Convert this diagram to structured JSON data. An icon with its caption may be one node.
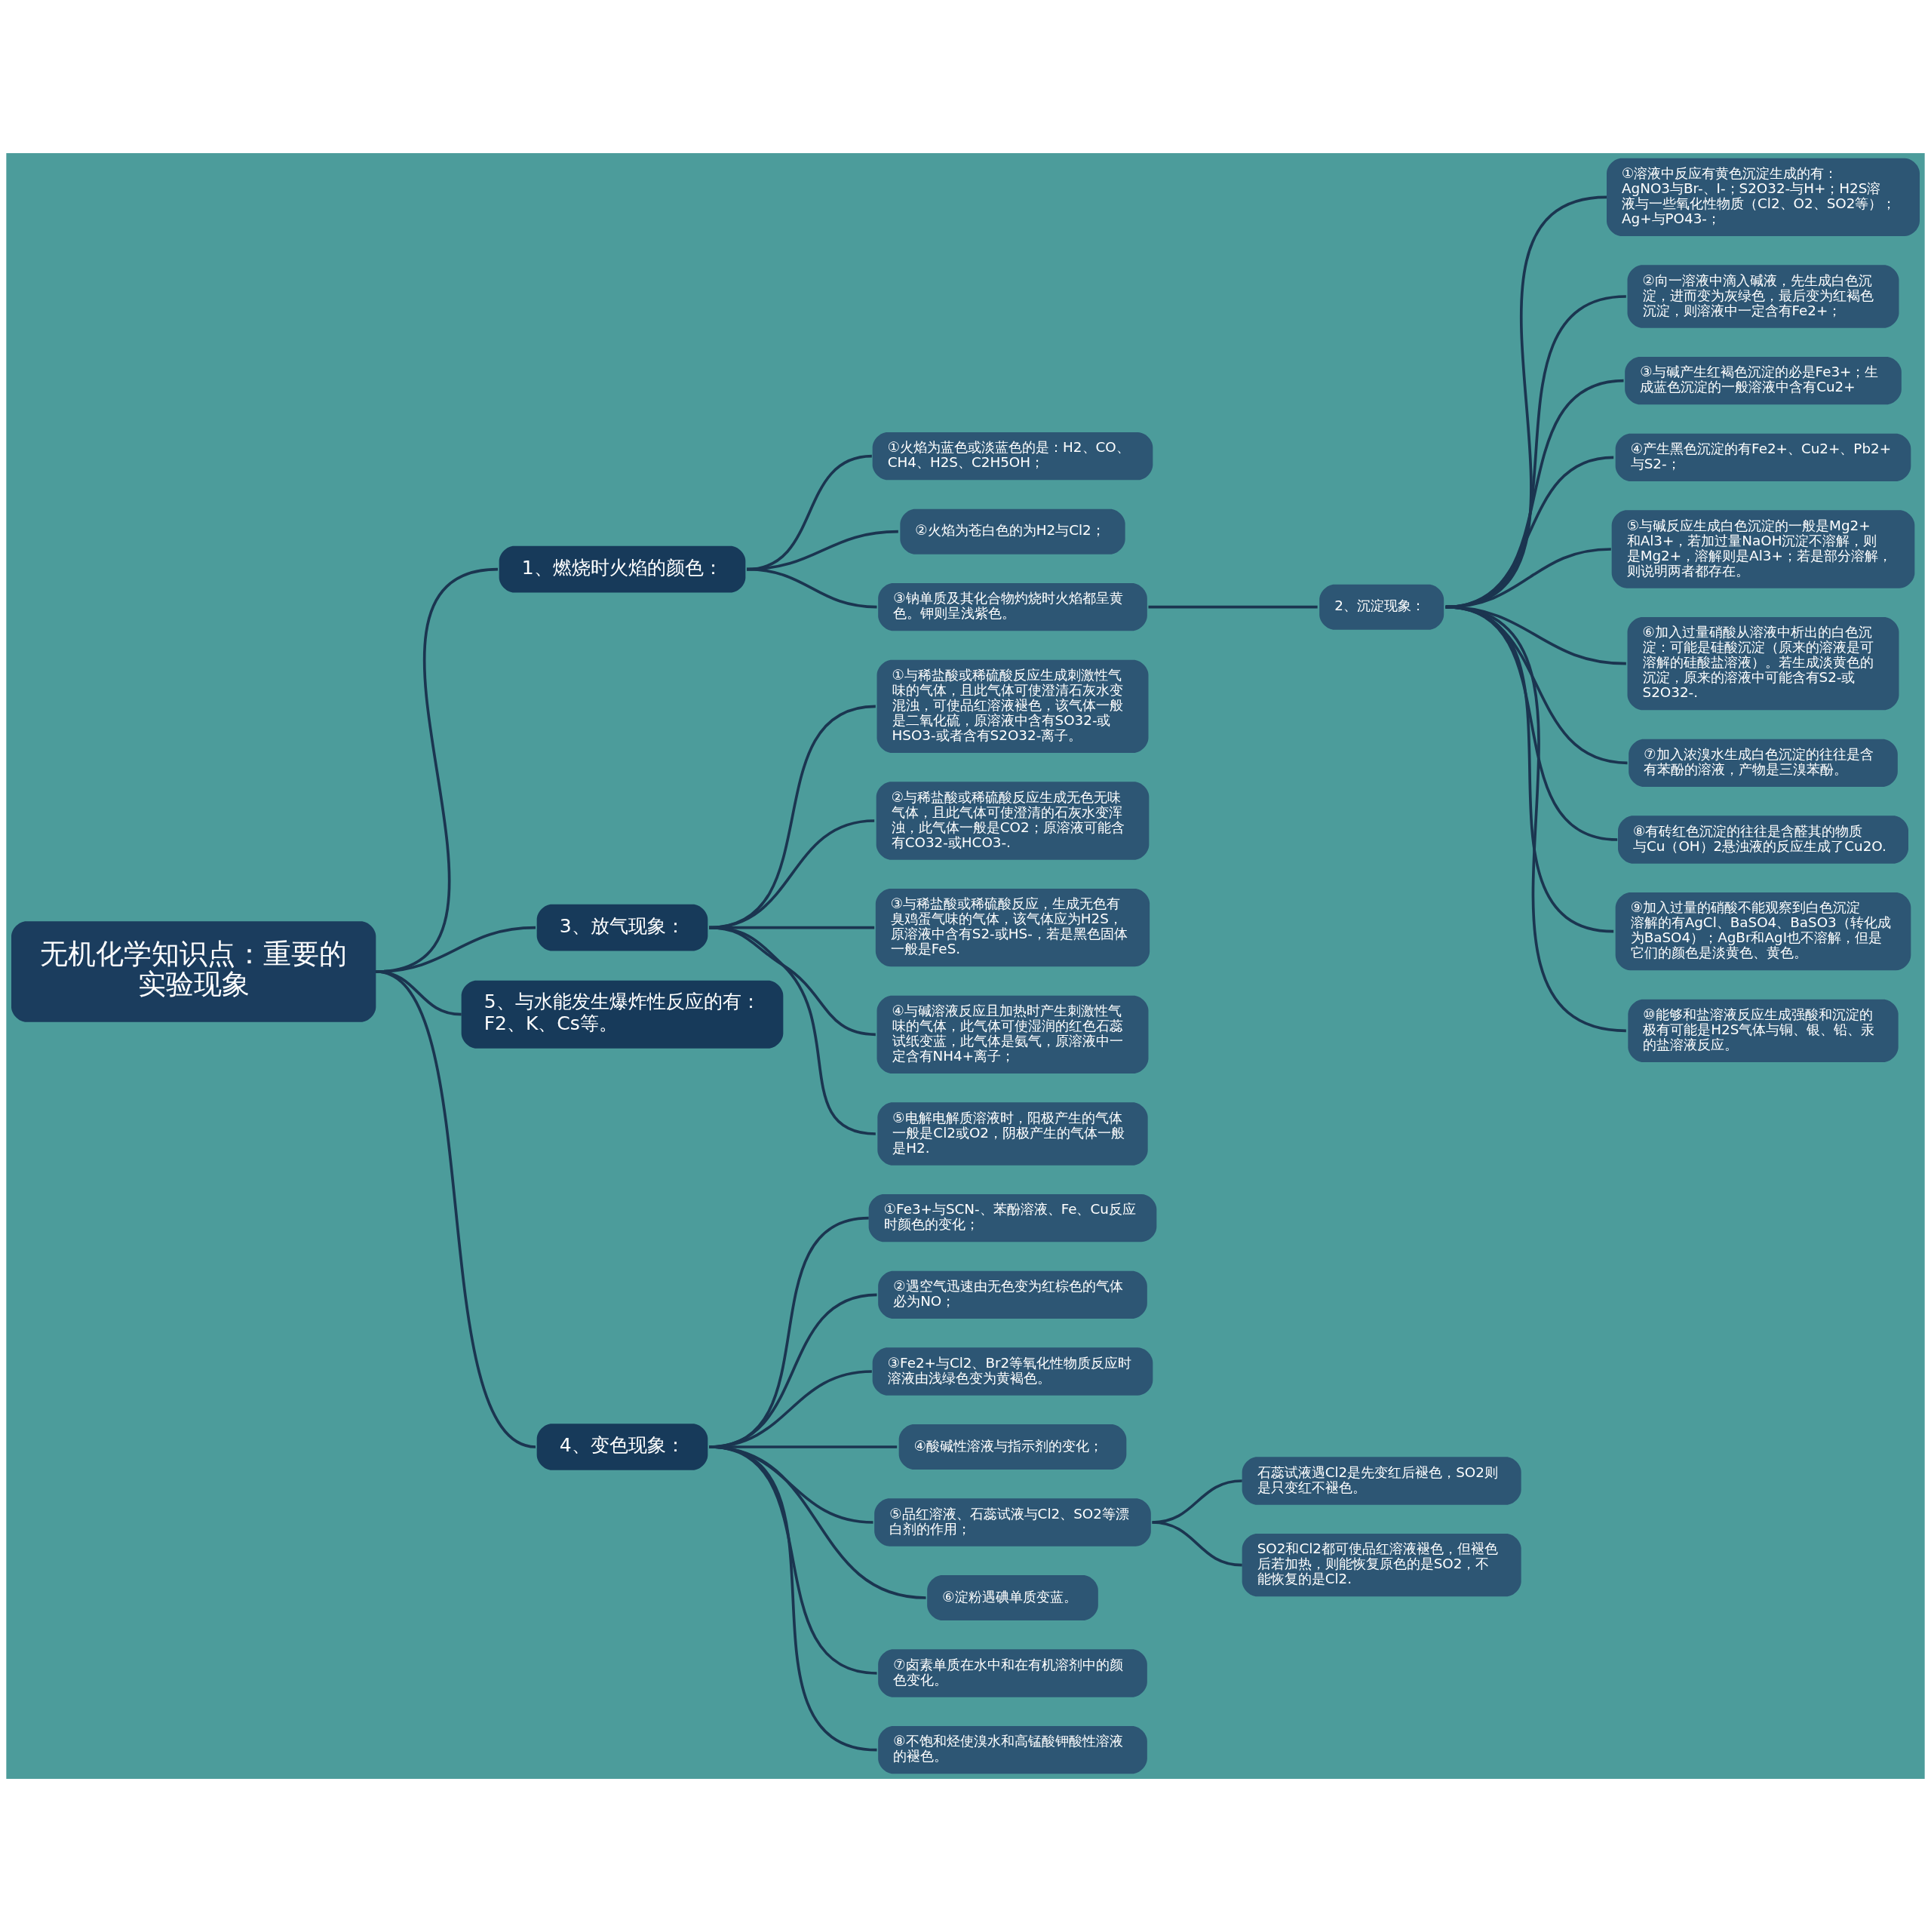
{
  "diagram": {
    "nodes": [
      {
        "text": [
          "无机化学知识点：重要的实验现象"
        ]
      },
      {
        "text": [
          "1、燃烧时火焰的颜色："
        ]
      },
      {
        "text": [
          "①火焰为蓝色或淡蓝色的是：H2、CO、CH4、H2S、C2H5OH；"
        ]
      },
      {
        "text": [
          "②火焰为苍白色的为H2与Cl2；"
        ]
      },
      {
        "text": [
          "③钠单质及其化合物灼烧时火焰都呈黄色。钾则呈浅紫色。"
        ]
      },
      {
        "text": [
          "2、沉淀现象："
        ]
      },
      {
        "text": [
          "①溶液中反应有黄色沉淀生成的有：AgNO3与Br-、I-；S2O32-与H+；H2S溶液与一些氧化性物质（Cl2、O2、SO2等）；Ag+与PO43-；"
        ]
      },
      {
        "text": [
          "②向一溶液中滴入碱液，先生成白色沉淀，进而变为灰绿色，最后变为红褐色沉淀，则溶液中一定含有Fe2+；"
        ]
      },
      {
        "text": [
          "③与碱产生红褐色沉淀的必是Fe3+；生成蓝色沉淀的一般溶液中含有Cu2+"
        ]
      },
      {
        "text": [
          "④产生黑色沉淀的有Fe2+、Cu2+、Pb2+与S2-；"
        ]
      },
      {
        "text": [
          "⑤与碱反应生成白色沉淀的一般是Mg2+和Al3+，若加过量NaOH沉淀不溶解，则是Mg2+，溶解则是Al3+；若是部分溶解，则说明两者都存在。"
        ]
      },
      {
        "text": [
          "⑥加入过量硝酸从溶液中析出的白色沉淀：可能是硅酸沉淀（原来的溶液是可溶解的硅酸盐溶液）。若生成淡黄色的沉淀，原来的溶液中可能含有S2-或S2O32-."
        ]
      },
      {
        "text": [
          "⑦加入浓溴水生成白色沉淀的往往是含有苯酚的溶液，产物是三溴苯酚。"
        ]
      },
      {
        "text": [
          "⑧有砖红色沉淀的往往是含醛其的物质与Cu（OH）2悬浊液的反应生成了Cu2O."
        ]
      },
      {
        "text": [
          "⑨加入过量的硝酸不能观察到白色沉淀溶解的有AgCl、BaSO4、BaSO3（转化成为BaSO4）；AgBr和AgI也不溶解，但是它们的颜色是淡黄色、黄色。"
        ]
      },
      {
        "text": [
          "⑩能够和盐溶液反应生成强酸和沉淀的极有可能是H2S气体与铜、银、铅、汞的盐溶液反应。"
        ]
      },
      {
        "text": [
          "3、放气现象："
        ]
      },
      {
        "text": [
          "①与稀盐酸或稀硫酸反应生成刺激性气味的气体，且此气体可使澄清石灰水变混浊，可使品红溶液褪色，该气体一般是二氧化硫，原溶液中含有SO32-或HSO3-或者含有S2O32-离子。"
        ]
      },
      {
        "text": [
          "②与稀盐酸或稀硫酸反应生成无色无味气体，且此气体可使澄清的石灰水变浑浊，此气体一般是CO2；原溶液可能含有CO32-或HCO3-."
        ]
      },
      {
        "text": [
          "③与稀盐酸或稀硫酸反应，生成无色有臭鸡蛋气味的气体，该气体应为H2S，原溶液中含有S2-或HS-，若是黑色固体一般是FeS."
        ]
      },
      {
        "text": [
          "④与碱溶液反应且加热时产生刺激性气味的气体，此气体可使湿润的红色石蕊试纸变蓝，此气体是氨气，原溶液中一定含有NH4+离子；"
        ]
      },
      {
        "text": [
          "⑤电解电解质溶液时，阳极产生的气体一般是Cl2或O2，阴极产生的气体一般是H2."
        ]
      },
      {
        "text": [
          "5、与水能发生爆炸性反应的有：F2、K、Cs等。"
        ]
      },
      {
        "text": [
          "4、变色现象："
        ]
      },
      {
        "text": [
          "①Fe3+与SCN-、苯酚溶液、Fe、Cu反应时颜色的变化；"
        ]
      },
      {
        "text": [
          "②遇空气迅速由无色变为红棕色的气体必为NO；"
        ]
      },
      {
        "text": [
          "③Fe2+与Cl2、Br2等氧化性物质反应时溶液由浅绿色变为黄褐色。"
        ]
      },
      {
        "text": [
          "④酸碱性溶液与指示剂的变化；"
        ]
      },
      {
        "text": [
          "⑤品红溶液、石蕊试液与Cl2、SO2等漂白剂的作用；"
        ]
      },
      {
        "text": [
          "石蕊试液遇Cl2是先变红后褪色，SO2则是只变红不褪色。"
        ]
      },
      {
        "text": [
          "SO2和Cl2都可使品红溶液褪色，但褪色后若加热，则能恢复原色的是SO2，不能恢复的是Cl2."
        ]
      },
      {
        "text": [
          "⑥淀粉遇碘单质变蓝。"
        ]
      },
      {
        "text": [
          "⑦卤素单质在水中和在有机溶剂中的颜色变化。"
        ]
      },
      {
        "text": [
          "⑧不饱和烃使溴水和高锰酸钾酸性溶液的褪色。"
        ]
      }
    ],
    "edges": [
      {
        "from": 0,
        "to": 1,
        "arrow": "none"
      },
      {
        "from": 1,
        "to": 2,
        "arrow": "none"
      },
      {
        "from": 1,
        "to": 3,
        "arrow": "none"
      },
      {
        "from": 1,
        "to": 4,
        "arrow": "none"
      },
      {
        "from": 4,
        "to": 5,
        "arrow": "none"
      },
      {
        "from": 5,
        "to": 6,
        "arrow": "none"
      },
      {
        "from": 5,
        "to": 7,
        "arrow": "none"
      },
      {
        "from": 5,
        "to": 8,
        "arrow": "none"
      },
      {
        "from": 5,
        "to": 9,
        "arrow": "none"
      },
      {
        "from": 5,
        "to": 10,
        "arrow": "none"
      },
      {
        "from": 5,
        "to": 11,
        "arrow": "none"
      },
      {
        "from": 5,
        "to": 12,
        "arrow": "none"
      },
      {
        "from": 5,
        "to": 13,
        "arrow": "none"
      },
      {
        "from": 5,
        "to": 14,
        "arrow": "none"
      },
      {
        "from": 5,
        "to": 15,
        "arrow": "none"
      },
      {
        "from": 0,
        "to": 16,
        "arrow": "none"
      },
      {
        "from": 16,
        "to": 17,
        "arrow": "none"
      },
      {
        "from": 16,
        "to": 18,
        "arrow": "none"
      },
      {
        "from": 16,
        "to": 19,
        "arrow": "none"
      },
      {
        "from": 16,
        "to": 20,
        "arrow": "none"
      },
      {
        "from": 16,
        "to": 21,
        "arrow": "none"
      },
      {
        "from": 0,
        "to": 22,
        "arrow": "none"
      },
      {
        "from": 0,
        "to": 23,
        "arrow": "none"
      },
      {
        "from": 23,
        "to": 24,
        "arrow": "none"
      },
      {
        "from": 23,
        "to": 25,
        "arrow": "none"
      },
      {
        "from": 23,
        "to": 26,
        "arrow": "none"
      },
      {
        "from": 23,
        "to": 27,
        "arrow": "none"
      },
      {
        "from": 23,
        "to": 28,
        "arrow": "none"
      },
      {
        "from": 28,
        "to": 29,
        "arrow": "none"
      },
      {
        "from": 28,
        "to": 30,
        "arrow": "none"
      },
      {
        "from": 23,
        "to": 31,
        "arrow": "none"
      },
      {
        "from": 23,
        "to": 32,
        "arrow": "none"
      },
      {
        "from": 23,
        "to": 33,
        "arrow": "none"
      }
    ]
  }
}
